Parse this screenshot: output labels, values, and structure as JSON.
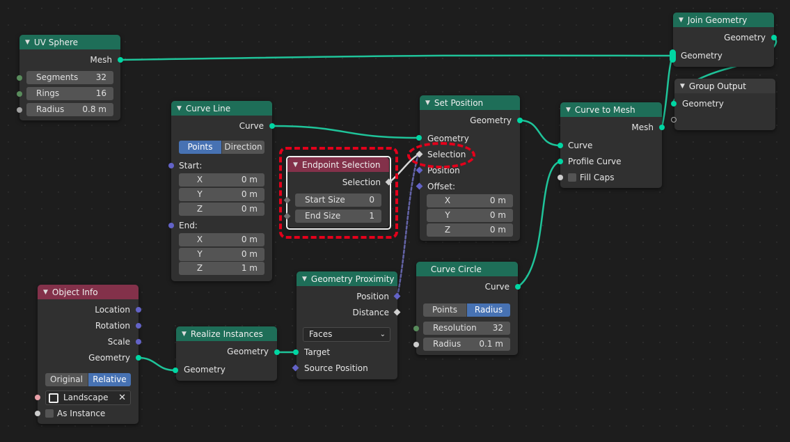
{
  "nodes": {
    "uv_sphere": {
      "title": "UV Sphere",
      "mesh": "Mesh",
      "segments": {
        "label": "Segments",
        "value": "32"
      },
      "rings": {
        "label": "Rings",
        "value": "16"
      },
      "radius": {
        "label": "Radius",
        "value": "0.8 m"
      }
    },
    "curve_line": {
      "title": "Curve Line",
      "curve": "Curve",
      "mode_points": "Points",
      "mode_direction": "Direction",
      "start": "Start:",
      "end": "End:",
      "start_x": {
        "label": "X",
        "value": "0 m"
      },
      "start_y": {
        "label": "Y",
        "value": "0 m"
      },
      "start_z": {
        "label": "Z",
        "value": "0 m"
      },
      "end_x": {
        "label": "X",
        "value": "0 m"
      },
      "end_y": {
        "label": "Y",
        "value": "0 m"
      },
      "end_z": {
        "label": "Z",
        "value": "1 m"
      }
    },
    "endpoint_selection": {
      "title": "Endpoint Selection",
      "selection": "Selection",
      "start_size": {
        "label": "Start Size",
        "value": "0"
      },
      "end_size": {
        "label": "End Size",
        "value": "1"
      }
    },
    "set_position": {
      "title": "Set Position",
      "geometry_out": "Geometry",
      "geometry_in": "Geometry",
      "selection": "Selection",
      "position": "Position",
      "offset": "Offset:",
      "x": {
        "label": "X",
        "value": "0 m"
      },
      "y": {
        "label": "Y",
        "value": "0 m"
      },
      "z": {
        "label": "Z",
        "value": "0 m"
      }
    },
    "curve_to_mesh": {
      "title": "Curve to Mesh",
      "mesh": "Mesh",
      "curve": "Curve",
      "profile_curve": "Profile Curve",
      "fill_caps": "Fill Caps"
    },
    "join_geometry": {
      "title": "Join Geometry",
      "geometry_out": "Geometry",
      "geometry_in": "Geometry"
    },
    "group_output": {
      "title": "Group Output",
      "geometry": "Geometry"
    },
    "object_info": {
      "title": "Object Info",
      "location": "Location",
      "rotation": "Rotation",
      "scale": "Scale",
      "geometry": "Geometry",
      "original": "Original",
      "relative": "Relative",
      "object": "Landscape",
      "as_instance": "As Instance"
    },
    "realize_instances": {
      "title": "Realize Instances",
      "geometry_out": "Geometry",
      "geometry_in": "Geometry"
    },
    "geometry_proximity": {
      "title": "Geometry Proximity",
      "position": "Position",
      "distance": "Distance",
      "mode": "Faces",
      "target": "Target",
      "source_position": "Source Position"
    },
    "curve_circle": {
      "title": "Curve Circle",
      "curve": "Curve",
      "mode_points": "Points",
      "mode_radius": "Radius",
      "resolution": {
        "label": "Resolution",
        "value": "32"
      },
      "radius": {
        "label": "Radius",
        "value": "0.1 m"
      }
    }
  },
  "icons": {
    "collapse": "chevron-down-icon",
    "object": "object-square-icon",
    "clear": "close-icon",
    "dropdown": "chevron-down-icon"
  },
  "colors": {
    "geometry_header": "#1e6e58",
    "input_header": "#83314a",
    "geometry_socket": "#00d6a3",
    "vector_socket": "#6363c7",
    "highlight": "#e3001b",
    "active_toggle": "#4772b3"
  }
}
